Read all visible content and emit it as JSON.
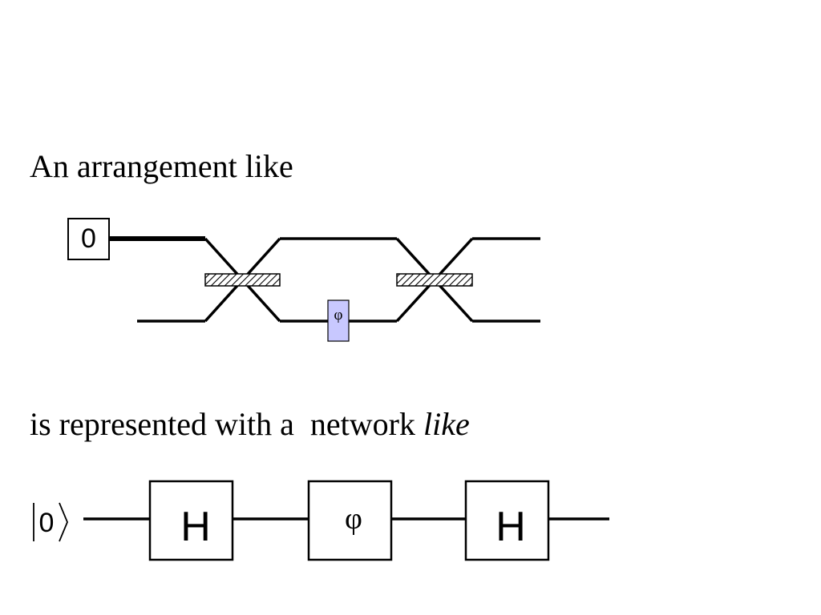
{
  "intro": {
    "text": "An arrangement like"
  },
  "interferometer": {
    "input_label": "0",
    "phase_label": "φ",
    "phase_fill": "#c8c8ff"
  },
  "network_caption": {
    "lead": "is represented with a  network ",
    "emphasis": "like"
  },
  "circuit": {
    "ket_label": "0",
    "gates": [
      {
        "label": "H"
      },
      {
        "label": "φ"
      },
      {
        "label": "H"
      }
    ]
  }
}
